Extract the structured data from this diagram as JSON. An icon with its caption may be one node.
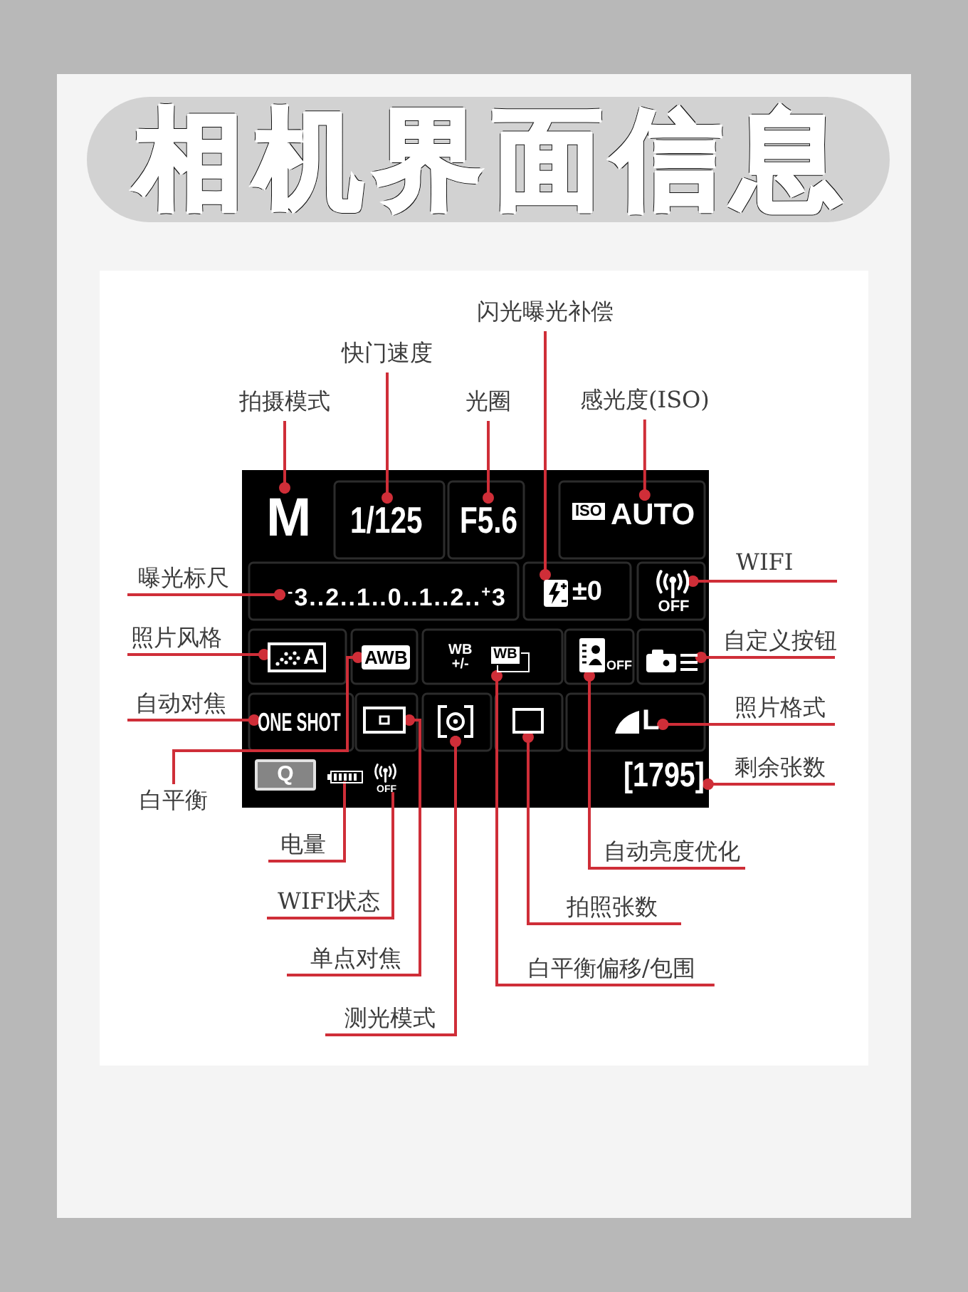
{
  "diagram": {
    "title": "相机界面信息",
    "nodes": [
      {
        "text": [
          "闪光曝光补偿"
        ]
      },
      {
        "text": [
          "快门速度"
        ]
      },
      {
        "text": [
          "拍摄模式"
        ]
      },
      {
        "text": [
          "光圈"
        ]
      },
      {
        "text": [
          "感光度(ISO)"
        ]
      },
      {
        "text": [
          "M"
        ]
      },
      {
        "text": [
          "1/125"
        ]
      },
      {
        "text": [
          "F5.6"
        ]
      },
      {
        "text": [
          "ISO",
          "AUTO"
        ]
      },
      {
        "text": [
          "曝光标尺"
        ]
      },
      {
        "text": [
          "$^{-}$3..2..1..0..1..2..$^{+}$3"
        ]
      },
      {
        "text": [
          "±0"
        ]
      },
      {
        "text": [
          "OFF"
        ]
      },
      {
        "text": [
          "WIFI"
        ]
      },
      {
        "text": [
          "照片风格"
        ]
      },
      {
        "text": [
          "A"
        ]
      },
      {
        "text": [
          "AWB"
        ]
      },
      {
        "text": [
          "WB +/-",
          "WB"
        ]
      },
      {
        "text": [
          "OFF"
        ]
      },
      {
        "text": [],
        "shape": "picture"
      },
      {
        "text": [
          "自定义按钮"
        ]
      },
      {
        "text": [
          "自动对焦"
        ]
      },
      {
        "text": [
          "ONE SHOT"
        ]
      },
      {
        "text": [],
        "shape": "picture"
      },
      {
        "text": [],
        "shape": "picture"
      },
      {
        "text": [],
        "shape": "box"
      },
      {
        "text": [
          "L"
        ]
      },
      {
        "text": [
          "照片格式"
        ]
      },
      {
        "text": [
          "白平衡"
        ]
      },
      {
        "text": [
          "Q"
        ]
      },
      {
        "text": [],
        "shape": "picture"
      },
      {
        "text": [
          "OFF"
        ]
      },
      {
        "text": [
          "[1795]"
        ]
      },
      {
        "text": [
          "剩余张数"
        ]
      },
      {
        "text": [
          "电量"
        ]
      },
      {
        "text": [
          "自动亮度优化"
        ]
      },
      {
        "text": [
          "WIFI状态"
        ]
      },
      {
        "text": [
          "拍照张数"
        ]
      },
      {
        "text": [
          "单点对焦"
        ]
      },
      {
        "text": [
          "白平衡偏移/包围"
        ]
      },
      {
        "text": [
          "测光模式"
        ]
      }
    ],
    "edges": [
      {
        "from": 2,
        "to": 5,
        "arrow": "other"
      },
      {
        "from": 1,
        "to": 6,
        "arrow": "other"
      },
      {
        "from": 3,
        "to": 7,
        "arrow": "other"
      },
      {
        "from": 0,
        "to": 11,
        "arrow": "other"
      },
      {
        "from": 4,
        "to": 8,
        "arrow": "other"
      },
      {
        "from": 9,
        "to": 10,
        "arrow": "other"
      },
      {
        "from": 13,
        "to": 12,
        "arrow": "other"
      },
      {
        "from": 14,
        "to": 15,
        "arrow": "other"
      },
      {
        "from": 28,
        "to": 16,
        "arrow": "other"
      },
      {
        "from": 20,
        "to": 19,
        "arrow": "other"
      },
      {
        "from": 21,
        "to": 22,
        "arrow": "other"
      },
      {
        "from": 27,
        "to": 26,
        "arrow": "other"
      },
      {
        "from": 33,
        "to": 32,
        "arrow": "other"
      },
      {
        "from": 34,
        "to": 30,
        "arrow": "none"
      },
      {
        "from": 36,
        "to": 31,
        "arrow": "none"
      },
      {
        "from": 38,
        "to": 23,
        "arrow": "other"
      },
      {
        "from": 40,
        "to": 24,
        "arrow": "other"
      },
      {
        "from": 39,
        "to": 17,
        "arrow": "other"
      },
      {
        "from": 37,
        "to": 25,
        "arrow": "other"
      },
      {
        "from": 35,
        "to": 18,
        "arrow": "other"
      }
    ]
  }
}
